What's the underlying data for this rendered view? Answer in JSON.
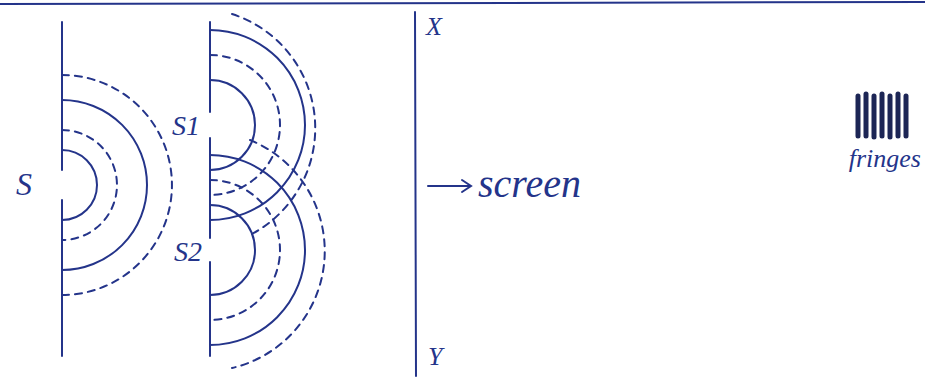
{
  "diagram": {
    "labels": [
      "S",
      "S1",
      "S2",
      "X",
      "screen",
      "Y",
      "fringes"
    ]
  }
}
